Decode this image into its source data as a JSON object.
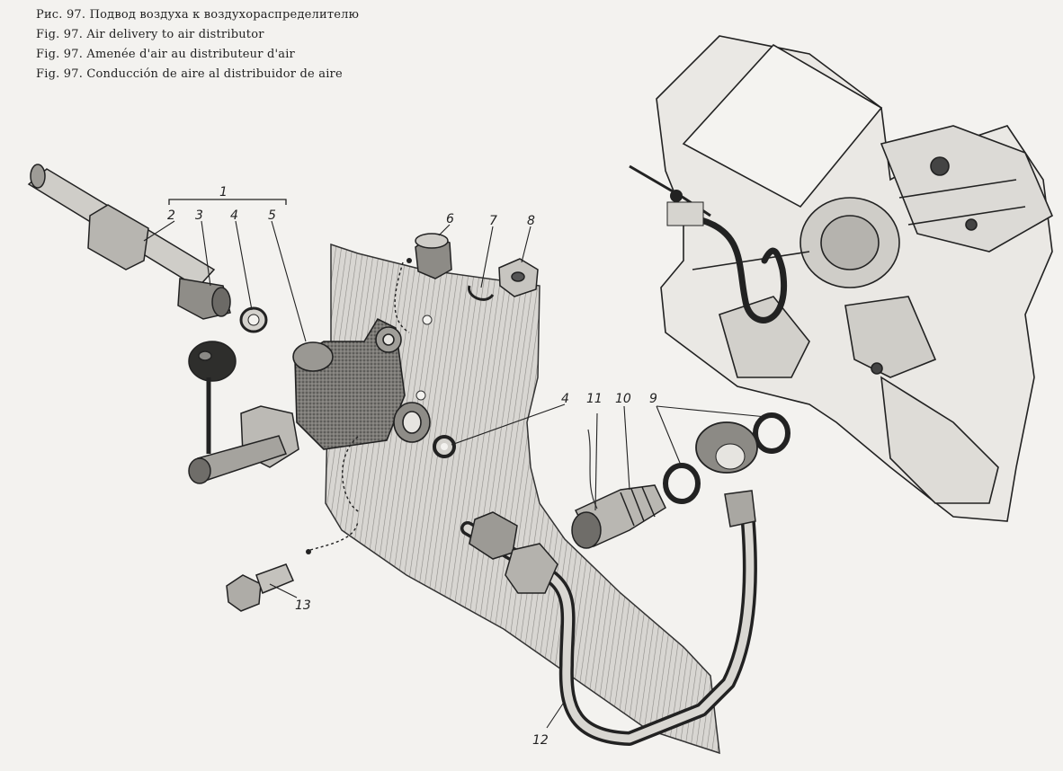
{
  "captions": {
    "ru": "Рис. 97. Подвод воздуха к воздухораспределителю",
    "en": "Fig. 97. Air delivery to air distributor",
    "fr": "Fig. 97. Amenée d'air au distributeur d'air",
    "es": "Fig. 97. Conducción de aire al distribuidor de aire"
  },
  "callouts": {
    "c1": "1",
    "c2": "2",
    "c3": "3",
    "c4a": "4",
    "c5": "5",
    "c6": "6",
    "c7": "7",
    "c8": "8",
    "c4b": "4",
    "c11": "11",
    "c10": "10",
    "c9": "9",
    "c12": "12",
    "c13": "13"
  }
}
